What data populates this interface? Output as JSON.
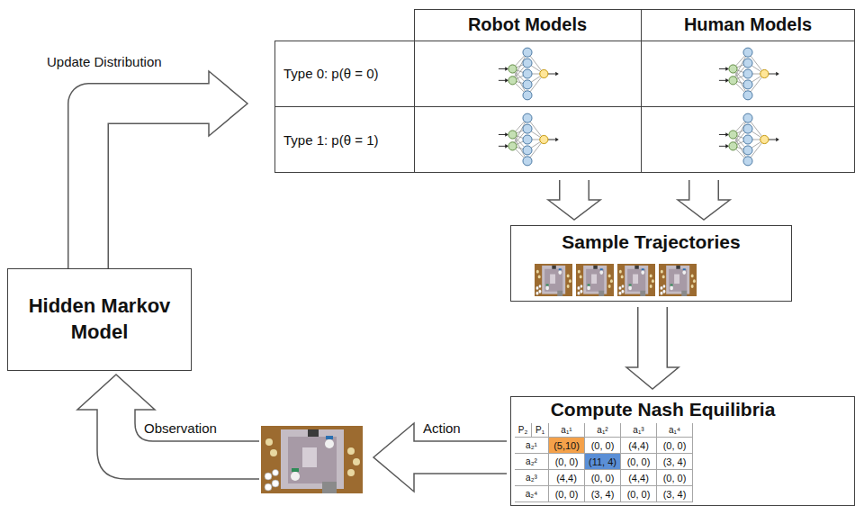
{
  "diagram": {
    "nodes": [
      {
        "text": [
          "Robot Models",
          "Human Models",
          "Type 0: p(θ = 0)",
          "Type 1: p(θ = 1)"
        ]
      },
      {
        "text": [
          "Sample Trajectories"
        ]
      },
      {
        "text": [
          "Compute Nash Equilibria"
        ]
      },
      {
        "text": [
          "Hidden Markov Model"
        ]
      }
    ],
    "edges": [
      {
        "from": 3,
        "to": 0,
        "label": "Update Distribution",
        "arrow": "to"
      },
      {
        "from": 0,
        "to": 1,
        "arrow": "to"
      },
      {
        "from": 0,
        "to": 1,
        "arrow": "to"
      },
      {
        "from": 1,
        "to": 2,
        "arrow": "to"
      }
    ],
    "labels": [
      "Observation",
      "Action",
      "P₂",
      "P₁",
      "a₁¹",
      "a₁²",
      "a₁³",
      "a₁⁴",
      "a₂¹",
      "(5,10)",
      "(0, 0)",
      "(4,4)",
      "(0, 0)",
      "a₂²",
      "(0, 0)",
      "(11, 4)",
      "(0, 0)",
      "(3, 4)",
      "a₂³",
      "(4,4)",
      "(0, 0)",
      "(4,4)",
      "(0, 0)",
      "a₂⁴",
      "(0, 0)",
      "(3, 4)",
      "(0, 0)",
      "(3, 4)"
    ]
  }
}
